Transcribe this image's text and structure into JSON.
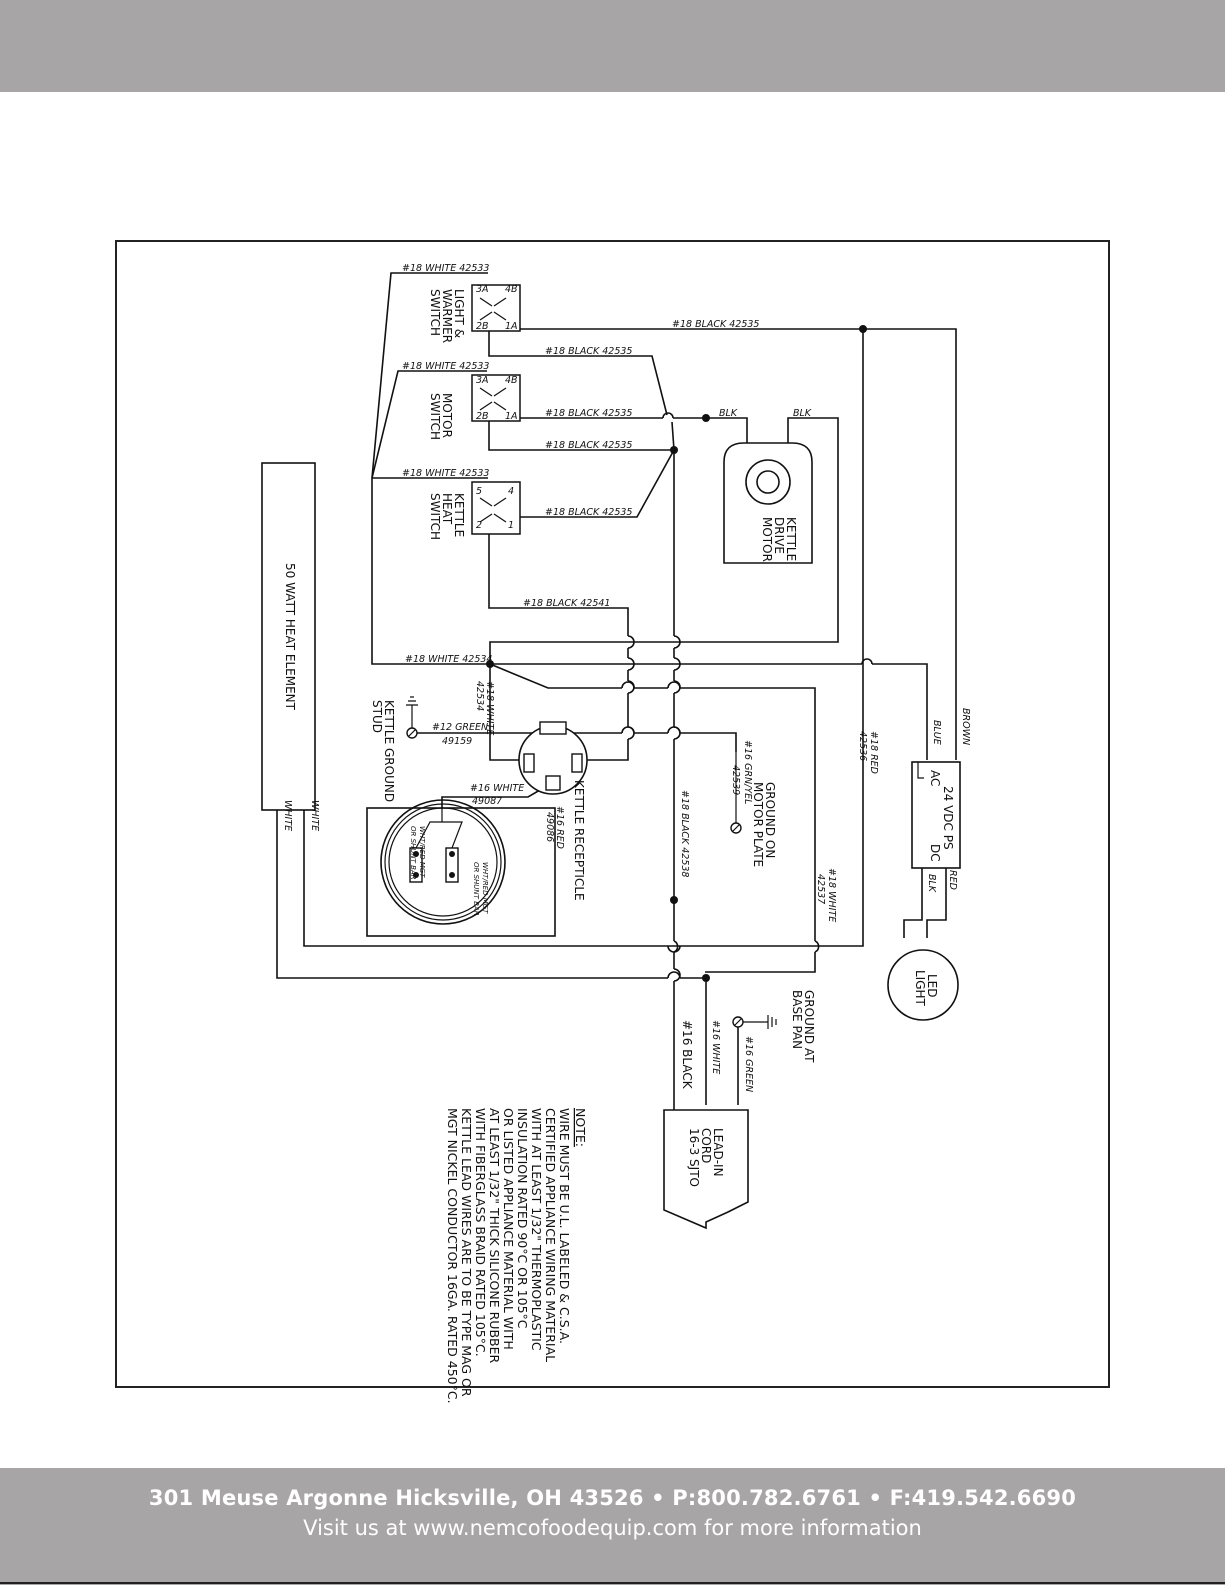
{
  "labels": {
    "wire_white_42533": "#18 WHITE 42533",
    "wire_black_42535": "#18 BLACK 42535",
    "wire_black_42541": "#18 BLACK 42541",
    "wire_white_42534": "#18 WHITE 42534",
    "wire_white_short": "#18 WHITE",
    "num_42534": "42534",
    "wire_green_12": "#12 GREEN",
    "num_49159": "49159",
    "wire_white_16": "#16 WHITE",
    "num_49087": "49087",
    "wire_red_16": "#16 RED",
    "num_49086": "49086",
    "wire_black_42538": "#18 BLACK 42538",
    "wire_grnyel_16": "#16 GRN/YEL",
    "num_42539": "42539",
    "wire_red_18": "#18 RED",
    "num_42536": "42536",
    "num_42537": "42537",
    "wire_black_16": "#16 BLACK",
    "wire_white_16b": "#16 WHITE",
    "wire_green_16": "#16 GREEN",
    "blk": "BLK",
    "blue": "BLUE",
    "brown": "BROWN",
    "red": "RED",
    "white": "WHITE",
    "ac": "AC",
    "dc": "DC",
    "ps": "24 VDC PS",
    "led1": "LED",
    "led2": "LIGHT",
    "heat_element": "50 WATT HEAT ELEMENT",
    "light_sw": [
      "LIGHT &",
      "WARMER",
      "SWITCH"
    ],
    "motor_sw": [
      "MOTOR",
      "SWITCH"
    ],
    "kettle_sw": [
      "KETTLE",
      "HEAT",
      "SWITCH"
    ],
    "kettle_motor": [
      "KETTLE",
      "DRIVE",
      "MOTOR"
    ],
    "ground_stud": [
      "KETTLE GROUND",
      "STUD"
    ],
    "receptacle": "KETTLE RECEPTICLE",
    "ground_motor": [
      "GROUND ON",
      "MOTOR PLATE"
    ],
    "ground_base": [
      "GROUND AT",
      "BASE PAN"
    ],
    "leadin": [
      "LEAD-IN",
      "CORD",
      "16-3 SJTO"
    ],
    "shunt": [
      "WHT/RED MGT",
      "OR SHUNT BAR"
    ],
    "pins": {
      "p3a": "3A",
      "p4b": "4B",
      "p2b": "2B",
      "p1a": "1A",
      "k5": "5",
      "k4": "4",
      "k2": "2",
      "k1": "1"
    }
  },
  "note": {
    "title": "NOTE:",
    "lines": [
      "WIRE MUST BE U.L. LABELED & C.S.A.",
      "CERTIFIED APPLIANCE WIRING MATERIAL",
      "WITH AT LEAST 1/32\" THERMOPLASTIC",
      "INSULATION RATED 90°C OR 105°C",
      "OR LISTED APPLIANCE MATERIAL WITH",
      "AT LEAST 1/32\" THICK SILICONE RUBBER",
      "WITH FIBERGLASS BRAID RATED 105°C.",
      "KETTLE LEAD WIRES ARE TO BE TYPE MAG OR",
      "MGT NICKEL CONDUCTOR 16GA. RATED 450°C."
    ]
  },
  "footer": {
    "address": "301 Meuse Argonne Hicksville, OH 43526   •  P:800.782.6761  •  F:419.542.6690",
    "website": "Visit us at www.nemcofoodequip.com for more information"
  }
}
